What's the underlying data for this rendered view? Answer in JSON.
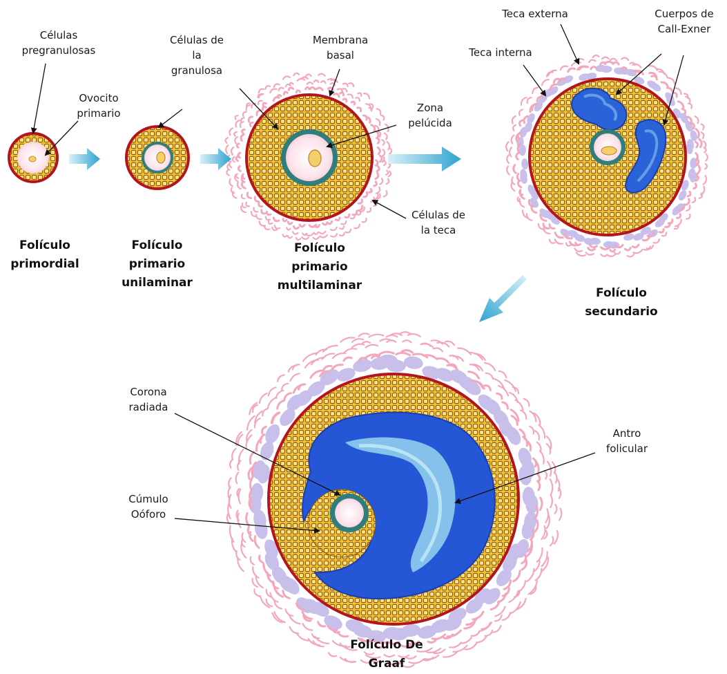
{
  "stages": {
    "primordial": [
      "Folículo",
      "primordial"
    ],
    "unilaminar": [
      "Folículo",
      "primario",
      "unilaminar"
    ],
    "multilaminar": [
      "Folículo",
      "primario",
      "multilaminar"
    ],
    "secundario": [
      "Folículo",
      "secundario"
    ],
    "graaf": [
      "Folículo De",
      "Graaf"
    ]
  },
  "labels": {
    "pregranulosas": [
      "Células",
      "pregranulosas"
    ],
    "ovocito": [
      "Ovocito",
      "primario"
    ],
    "granulosa": [
      "Células de",
      "la",
      "granulosa"
    ],
    "membrana": [
      "Membrana",
      "basal"
    ],
    "zona": [
      "Zona",
      "pelúcida"
    ],
    "teca_cells": [
      "Células de",
      "la teca"
    ],
    "teca_externa": [
      "Teca externa"
    ],
    "teca_interna": [
      "Teca interna"
    ],
    "call_exner": [
      "Cuerpos de",
      "Call-Exner"
    ],
    "corona": [
      "Corona",
      "radiada"
    ],
    "cumulo": [
      "Cúmulo",
      "Oóforo"
    ],
    "antro": [
      "Antro",
      "folicular"
    ]
  },
  "colors": {
    "wall": "#b3141d",
    "granulosa_fill": "#f3c233",
    "granulosa_grid": "#8a5a08",
    "oocyte": "#fbe2ea",
    "zona": "#2f7d7c",
    "nucleus": "#f4cf6c",
    "theca_lilac": "#c8c0ea",
    "theca_pink": "#f3a7bd",
    "antrum": "#2456d6",
    "antrum_light": "#96d3ee",
    "arrow": "#45b6d8"
  }
}
